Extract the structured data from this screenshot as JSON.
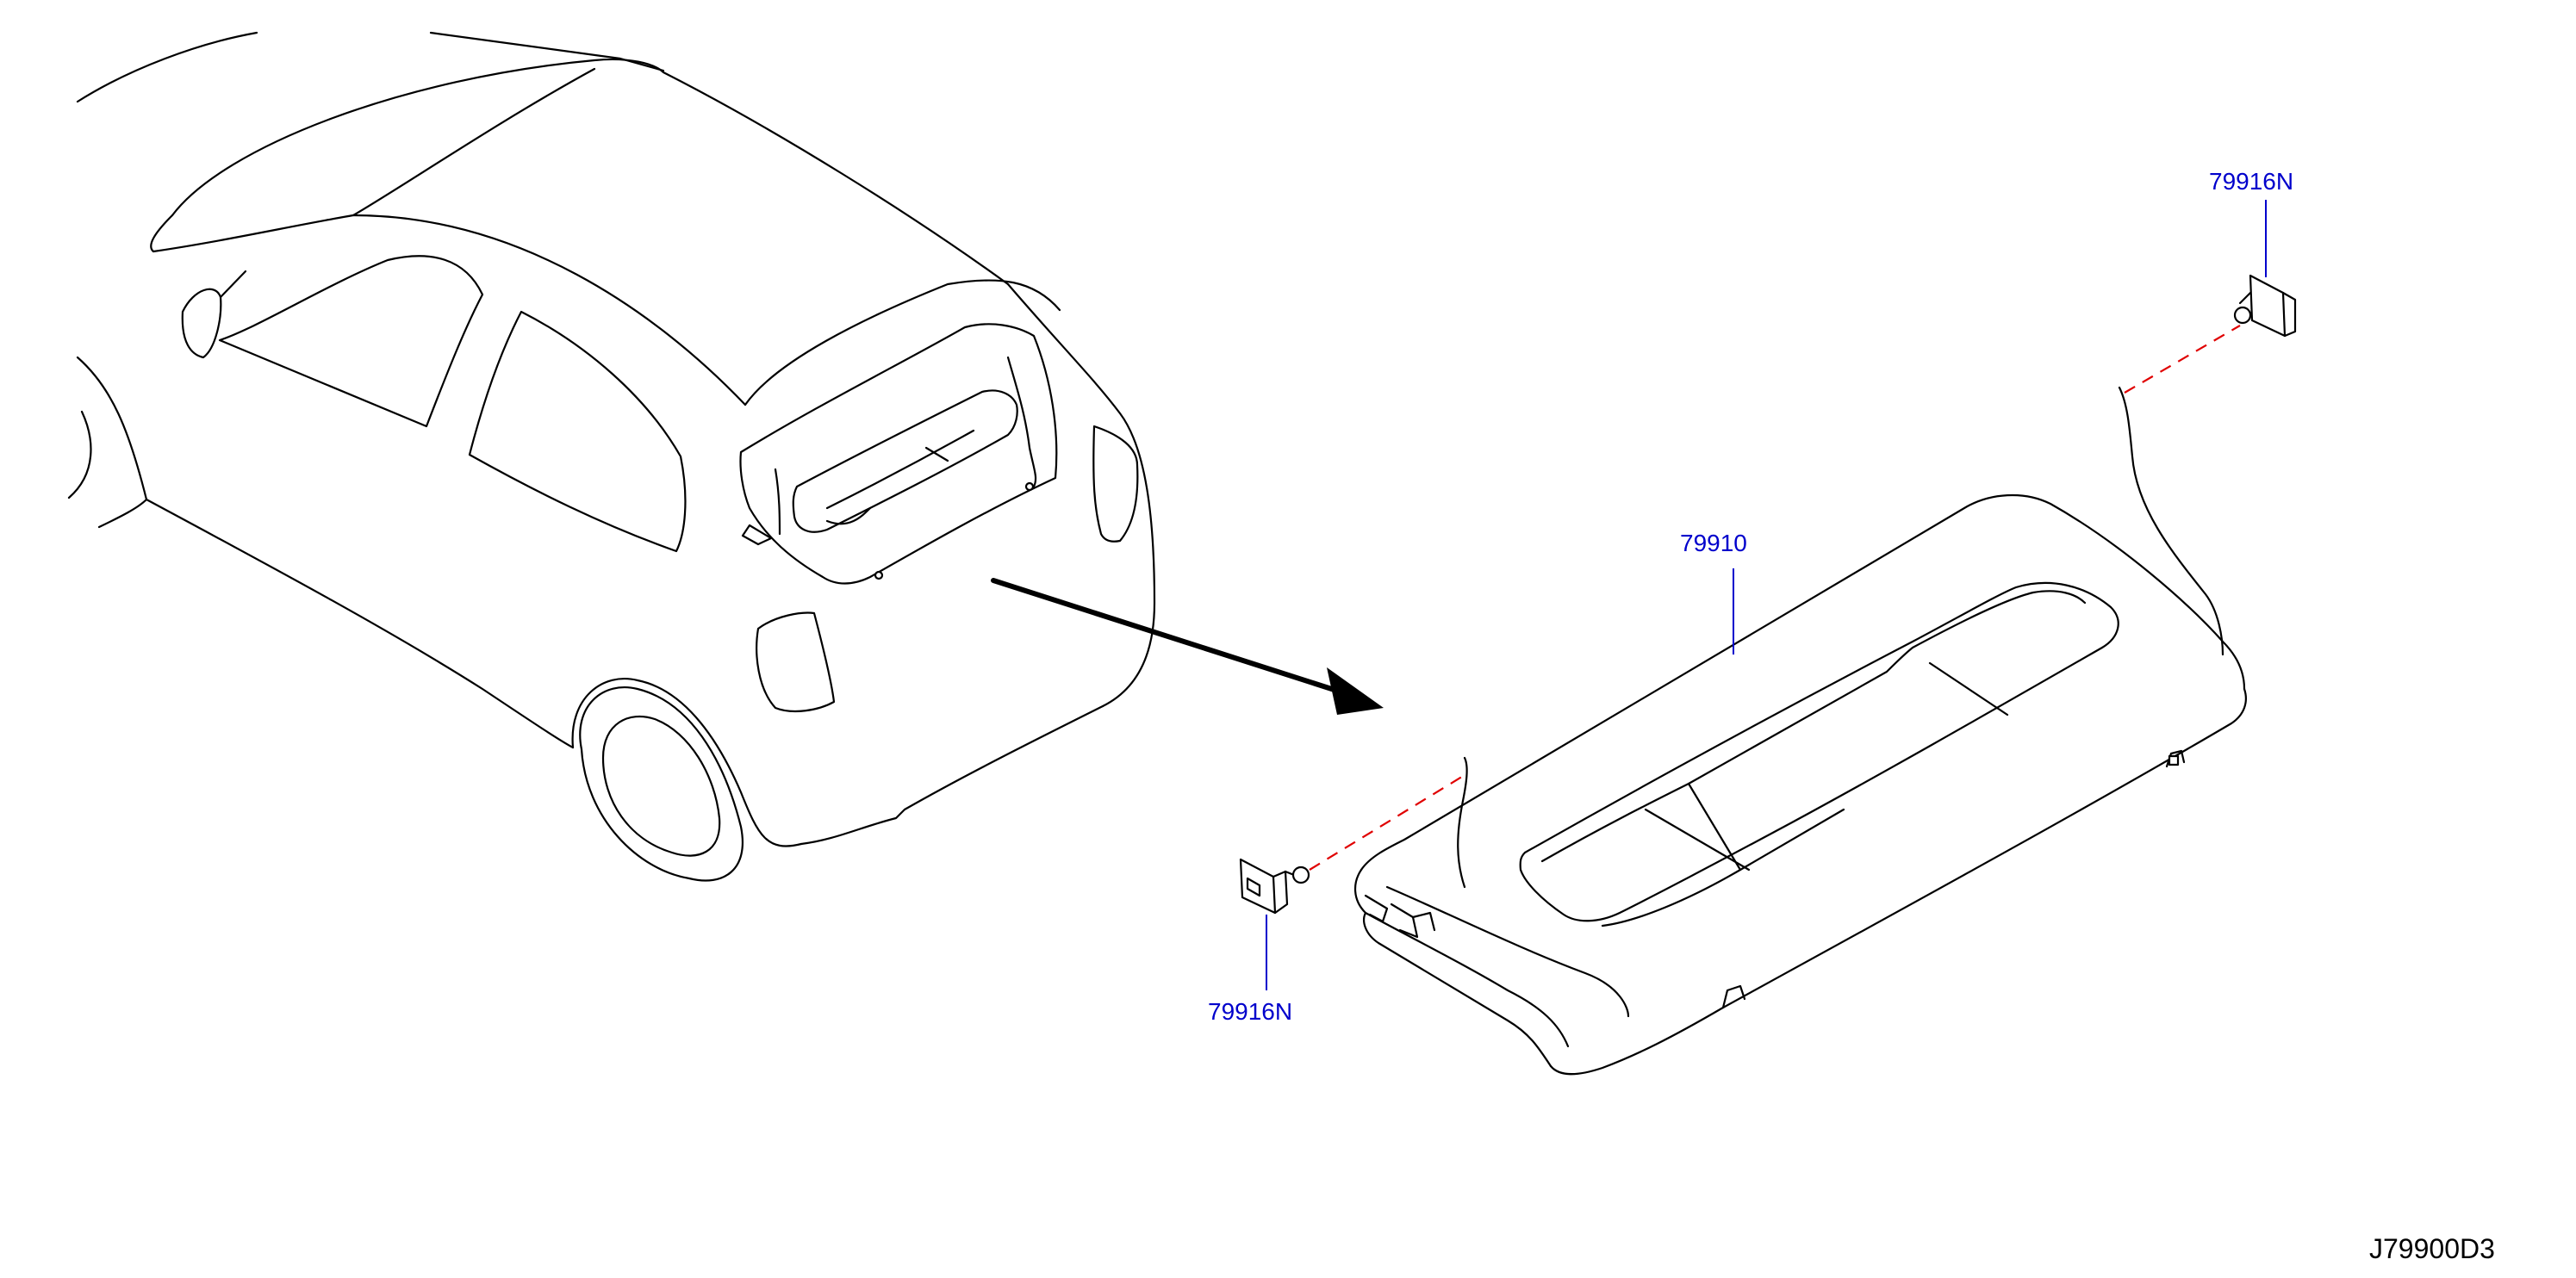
{
  "figure": {
    "callouts": [
      {
        "id": "rear-parcel-shelf",
        "text": "79910"
      },
      {
        "id": "clip-lower-left",
        "text": "79916N"
      },
      {
        "id": "clip-upper-right",
        "text": "79916N"
      }
    ],
    "drawing_code": "J79900D3"
  },
  "colors": {
    "line": "#000000",
    "callout_text": "#0000cc",
    "attach_dash": "#e00000",
    "background": "#ffffff"
  }
}
